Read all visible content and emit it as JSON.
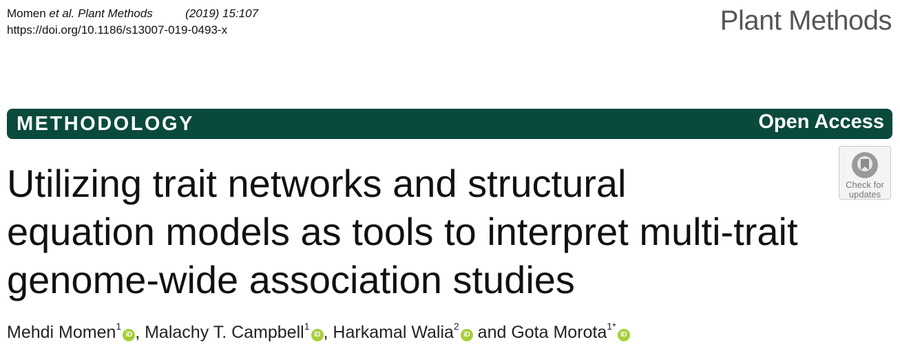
{
  "citation": {
    "authors": "Momen",
    "etal": "et al.",
    "journal": "Plant Methods",
    "year_volume": "(2019) 15:107",
    "doi": "https://doi.org/10.1186/s13007-019-0493-x"
  },
  "journal_name": "Plant Methods",
  "banner": {
    "article_type": "METHODOLOGY",
    "access": "Open Access",
    "color": "#0a4a3d"
  },
  "check_updates": {
    "label_line1": "Check for",
    "label_line2": "updates"
  },
  "title_lines": [
    "Utilizing trait networks and structural",
    "equation models as tools to interpret multi-trait",
    "genome-wide association studies"
  ],
  "authors": [
    {
      "name": "Mehdi Momen",
      "affil": "1",
      "sep": ", "
    },
    {
      "name": "Malachy T. Campbell",
      "affil": "1",
      "sep": ", "
    },
    {
      "name": "Harkamal Walia",
      "affil": "2",
      "sep": " and "
    },
    {
      "name": "Gota Morota",
      "affil": "1*",
      "sep": ""
    }
  ],
  "orcid_label": "iD",
  "orcid_color": "#a6ce39"
}
